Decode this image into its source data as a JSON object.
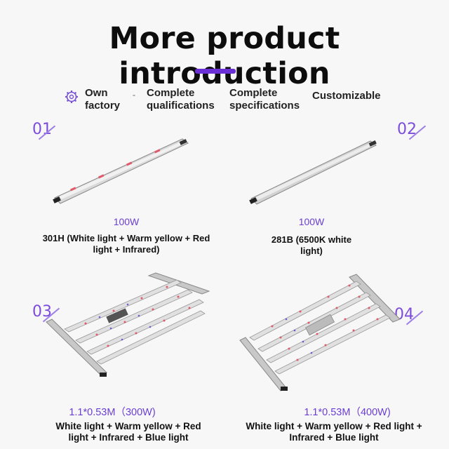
{
  "title": "More product introduction",
  "features": [
    {
      "line1": "Own",
      "line2": "factory"
    },
    {
      "line1": "Complete",
      "line2": "qualifications"
    },
    {
      "line1": "Complete",
      "line2": "specifications"
    },
    {
      "line1": "Customizable",
      "line2": ""
    }
  ],
  "products": [
    {
      "num": "01",
      "power": "100W",
      "desc": "301H (White light + Warm yellow + Red light + Infrared)"
    },
    {
      "num": "02",
      "power": "100W",
      "desc": "281B (6500K white light)"
    },
    {
      "num": "03",
      "power": "1.1*0.53M（300W)",
      "desc": "White light + Warm yellow + Red light + Infrared + Blue light"
    },
    {
      "num": "04",
      "power": "1.1*0.53M（400W)",
      "desc": "White light + Warm yellow + Red light + Infrared + Blue light"
    }
  ],
  "colors": {
    "accent": "#6b2fd6",
    "number": "#7c4cdb"
  }
}
